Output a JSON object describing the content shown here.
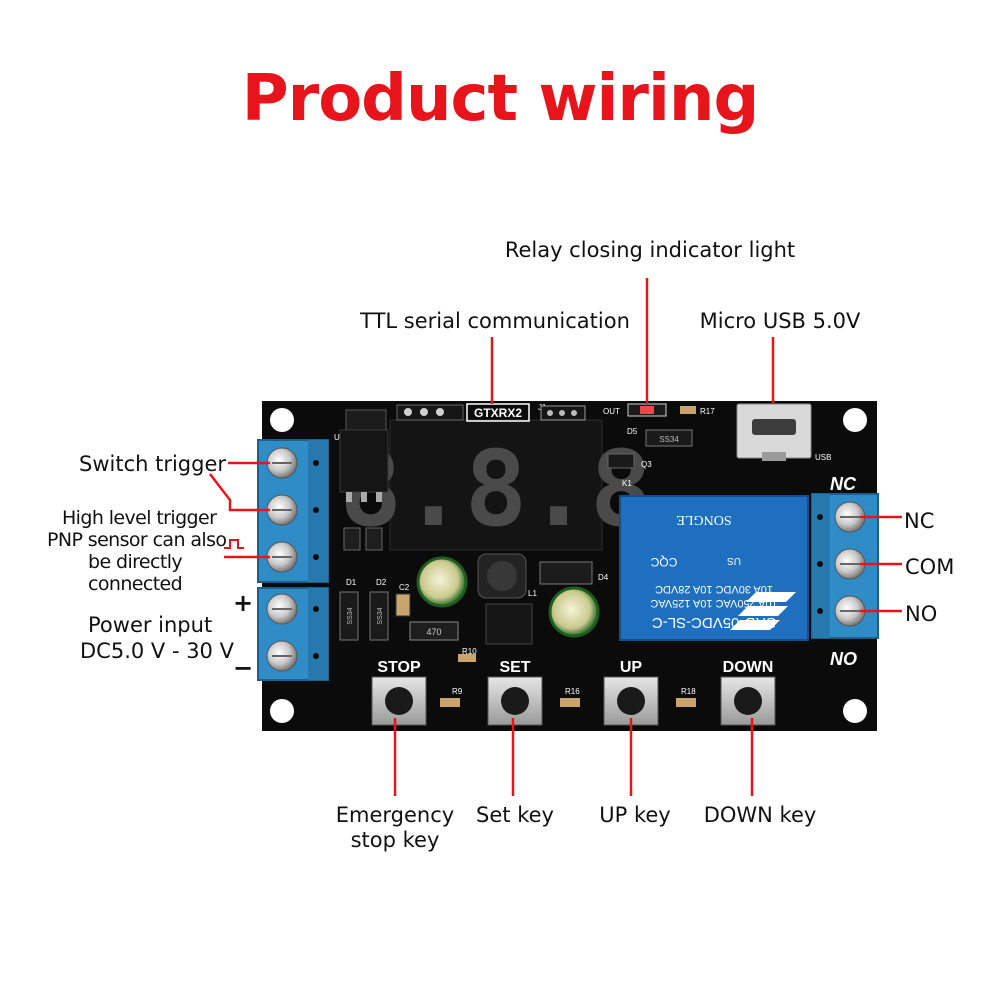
{
  "title": "Product wiring",
  "labels": {
    "relay_indicator": "Relay closing indicator light",
    "ttl_serial": "TTL serial communication",
    "micro_usb": "Micro USB 5.0V",
    "switch_trigger": "Switch trigger",
    "high_level_trigger": "High level trigger",
    "pnp_sensor": "PNP sensor can also",
    "be_directly": "be directly",
    "connected": "connected",
    "power_input": "Power input",
    "power_range": "DC5.0 V - 30 V",
    "plus": "+",
    "minus": "−",
    "nc": "NC",
    "com": "COM",
    "no": "NO",
    "emergency_1": "Emergency",
    "emergency_2": "stop key",
    "set_key": "Set key",
    "up_key": "UP key",
    "down_key": "DOWN key"
  },
  "board": {
    "display": "8.8.8",
    "header_label": "GTXRX2",
    "j_label": "J1",
    "out_label": "OUT",
    "d5_label": "D5",
    "r17_label": "R17",
    "usb_label": "USB",
    "q3_label": "Q3",
    "k1_label": "K1",
    "u_label": "U",
    "d1_label": "D1",
    "d2_label": "D2",
    "c2_label": "C2",
    "l1_label": "L1",
    "d4_label": "D4",
    "r10_label": "R10",
    "r9_label": "R9",
    "r16_label": "R16",
    "r18_label": "R18",
    "ss34_a": "SS34",
    "ss34_b": "SS34",
    "ss34_c": "SS34",
    "ind_code": "470",
    "nc_marking": "NC",
    "no_marking": "NO",
    "buttons": {
      "stop": "STOP",
      "set": "SET",
      "up": "UP",
      "down": "DOWN"
    },
    "relay_lines": [
      "SRD-05VDC-SL-C",
      "10A 250VAC 10A 125VAC",
      "10A 30VDC 10A 28VDC"
    ],
    "relay_brand": "SONGLE",
    "relay_cqc": "CQC",
    "relay_us": "US",
    "relay_ur": "cD̳us"
  },
  "colors": {
    "title": "#e8141b",
    "leader_line": "#e8141b",
    "pcb": "#0b0b0b",
    "terminal": "#2f8cc6",
    "relay": "#1f6fc0",
    "display_segment": "#4a4a4a"
  }
}
